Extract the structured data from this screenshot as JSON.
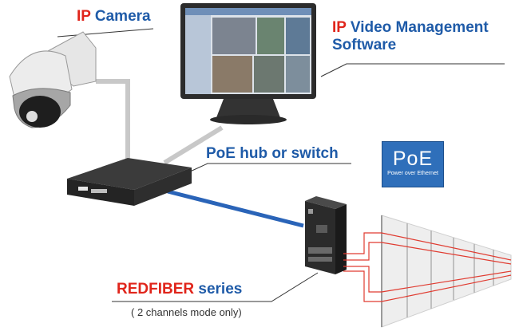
{
  "labels": {
    "camera": {
      "prefix": "IP",
      "text": " Camera"
    },
    "vms": {
      "prefix": "IP",
      "line1": " Video Management",
      "line2": "Software"
    },
    "switch": "PoE hub or switch",
    "redfiber": {
      "prefix": "REDFIBER",
      "suffix": " series"
    },
    "note": "( 2 channels mode only)"
  },
  "poe_badge": {
    "title": "PoE",
    "subtitle": "Power over Ethernet"
  },
  "colors": {
    "red": "#e0251b",
    "blue": "#1f5ba8",
    "cable_gray": "#c8c8c8",
    "cable_blue": "#2a64b8",
    "badge": "#2f6fba",
    "beam": "#e03b30"
  }
}
